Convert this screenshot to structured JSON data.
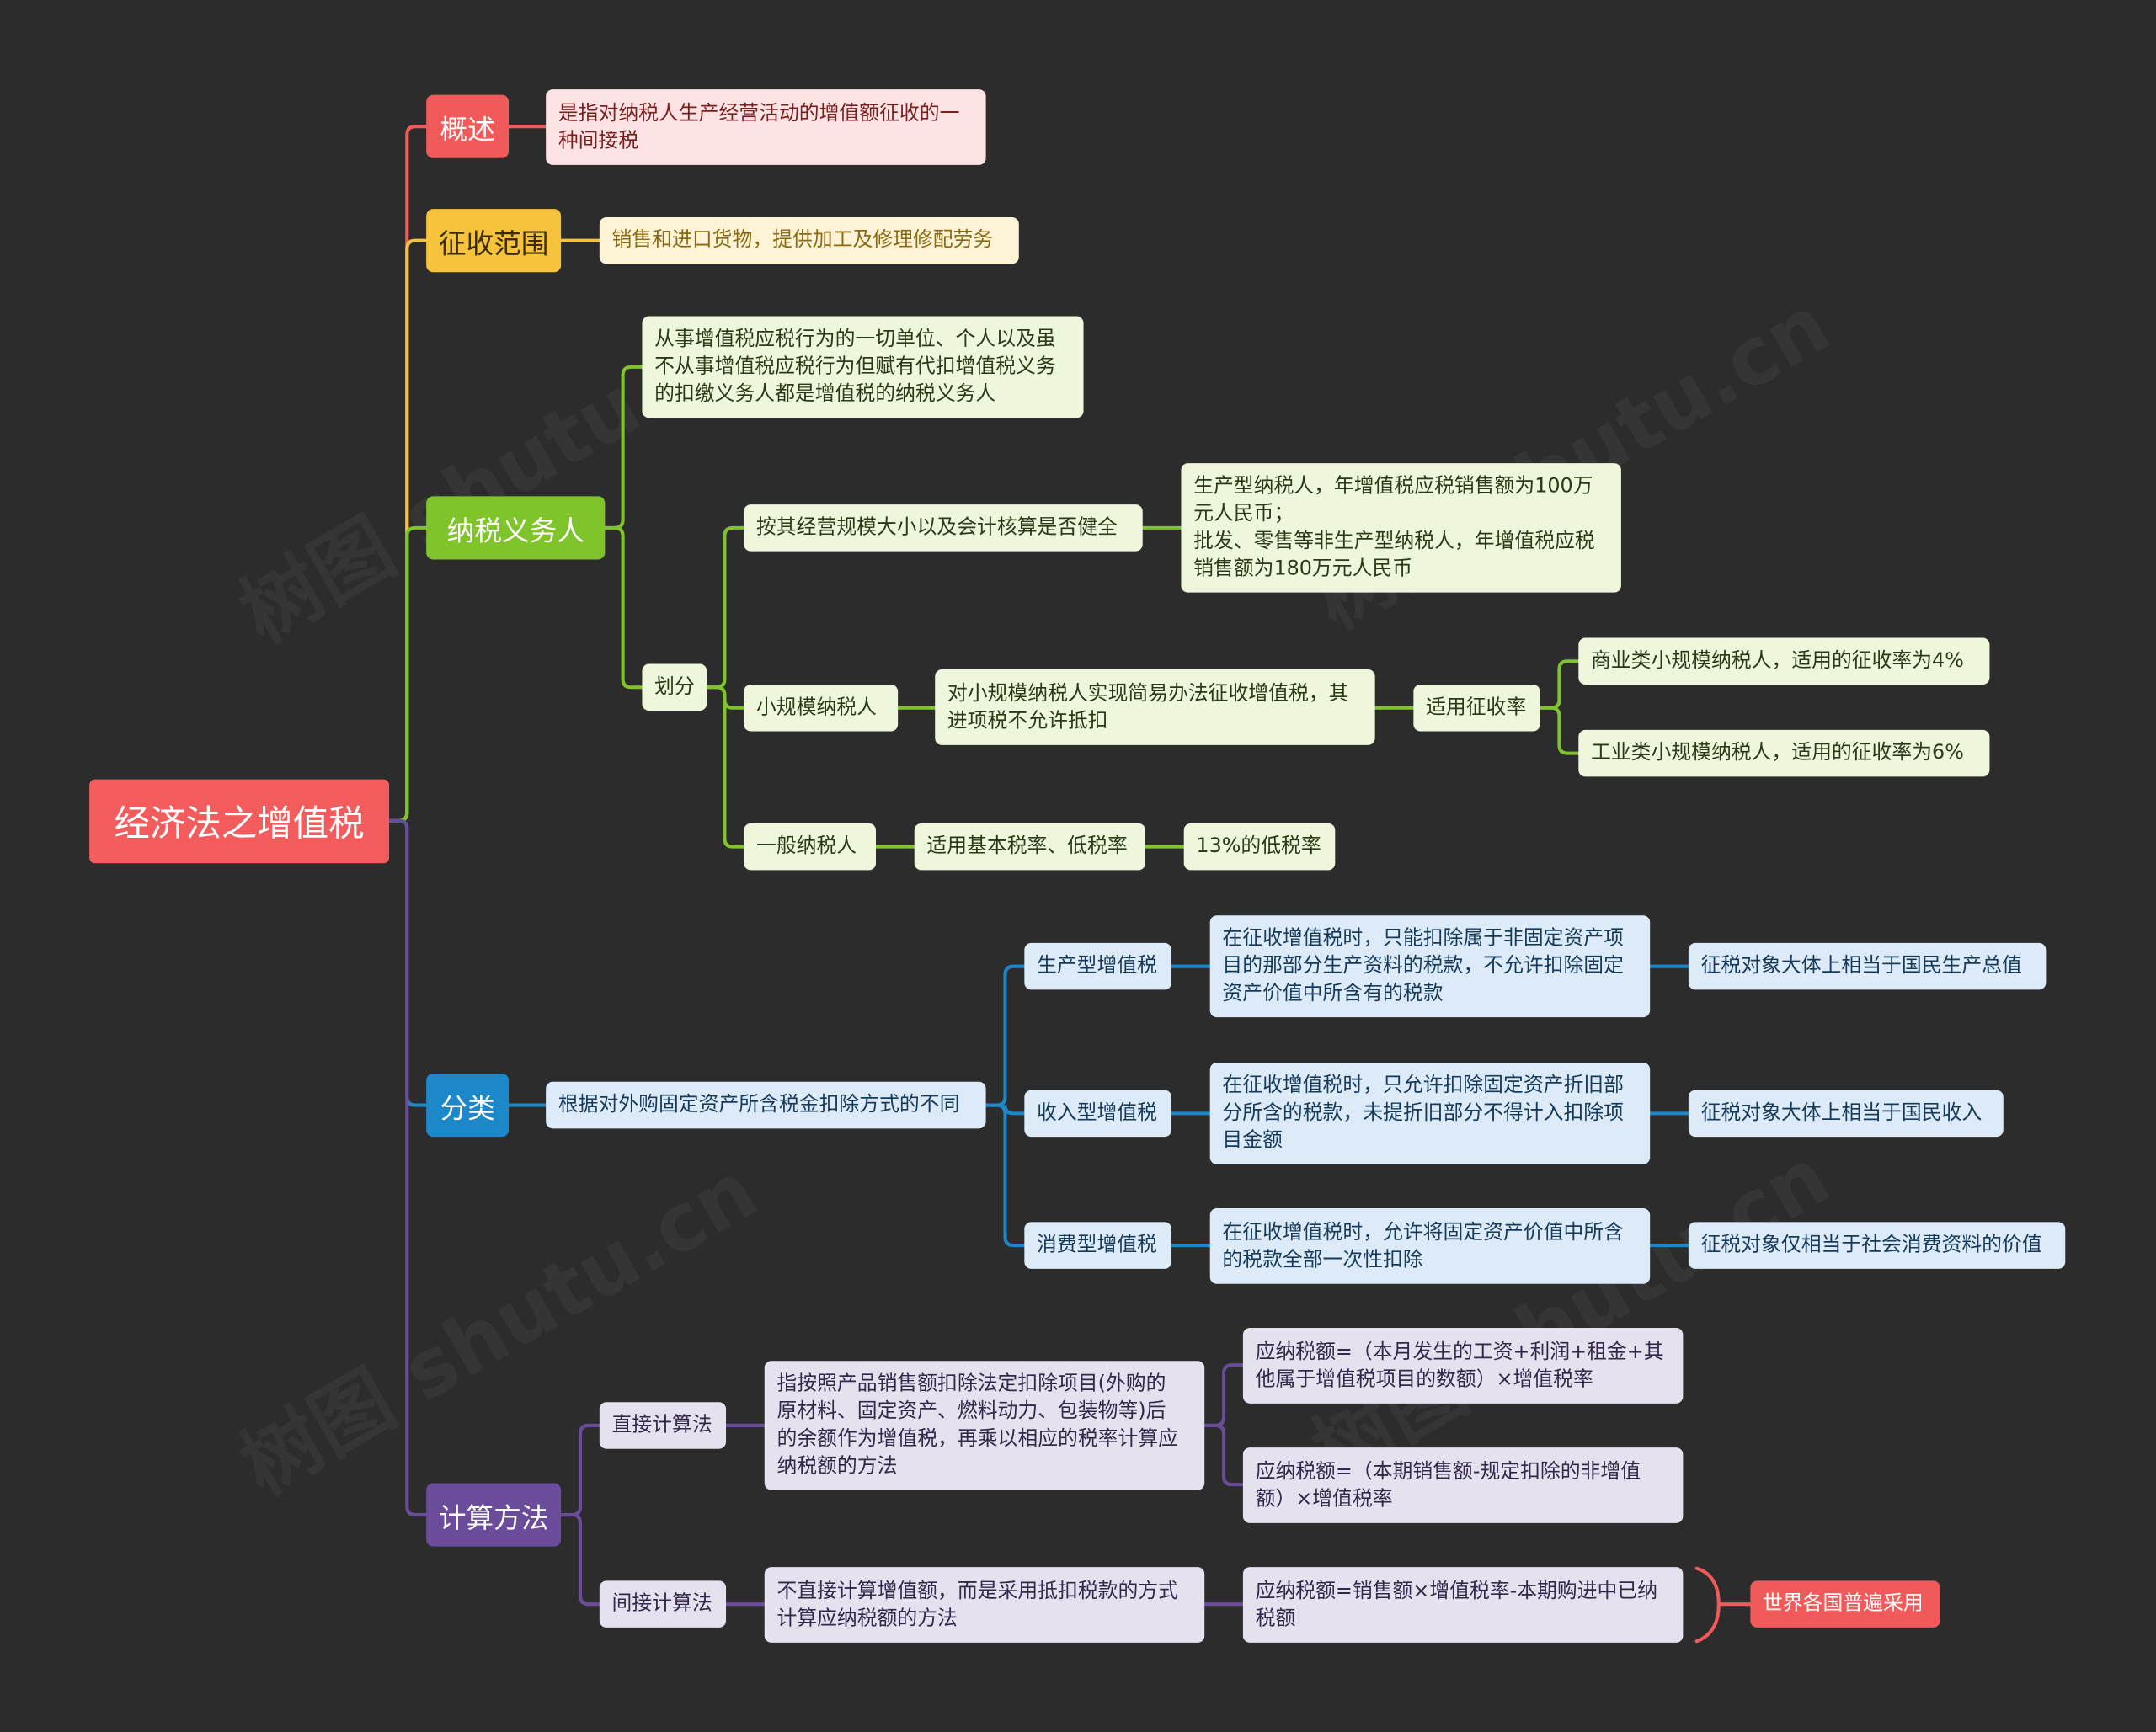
{
  "root_topic": "经济法之增值税",
  "overview": {
    "label": "概述",
    "definition": "是指对纳税人生产经营活动的增值额征收的一\n种间接税"
  },
  "scope": {
    "label": "征收范围",
    "content": "销售和进口货物，提供加工及修理修配劳务"
  },
  "taxpayer": {
    "label": "纳税义务人",
    "definition": "从事增值税应税行为的一切单位、个人以及虽\n不从事增值税应税行为但赋有代扣增值税义务\n的扣缴义务人都是增值税的纳税义务人",
    "division": {
      "label": "划分",
      "criteria": {
        "label": "按其经营规模大小以及会计核算是否健全",
        "detail": "生产型纳税人，年增值税应税销售额为100万\n元人民币；\n批发、零售等非生产型纳税人，年增值税应税\n销售额为180万元人民币"
      },
      "small_scale": {
        "label": "小规模纳税人",
        "method": "对小规模纳税人实现简易办法征收增值税，其\n进项税不允许抵扣",
        "rate": {
          "label": "适用征收率",
          "items": [
            "商业类小规模纳税人，适用的征收率为4%",
            "工业类小规模纳税人，适用的征收率为6%"
          ]
        }
      },
      "general": {
        "label": "一般纳税人",
        "rate": "适用基本税率、低税率",
        "low_rate": "13%的低税率"
      }
    }
  },
  "classification": {
    "label": "分类",
    "basis": "根据对外购固定资产所含税金扣除方式的不同",
    "types": [
      {
        "label": "生产型增值税",
        "desc": "在征收增值税时，只能扣除属于非固定资产项\n目的那部分生产资料的税款，不允许扣除固定\n资产价值中所含有的税款",
        "base": "征税对象大体上相当于国民生产总值"
      },
      {
        "label": "收入型增值税",
        "desc": "在征收增值税时，只允许扣除固定资产折旧部\n分所含的税款，未提折旧部分不得计入扣除项\n目金额",
        "base": "征税对象大体上相当于国民收入"
      },
      {
        "label": "消费型增值税",
        "desc": "在征收增值税时，允许将固定资产价值中所含\n的税款全部一次性扣除",
        "base": "征税对象仅相当于社会消费资料的价值"
      }
    ]
  },
  "calculation": {
    "label": "计算方法",
    "direct": {
      "label": "直接计算法",
      "desc": "指按照产品销售额扣除法定扣除项目(外购的\n原材料、固定资产、燃料动力、包装物等)后\n的余额作为增值税，再乘以相应的税率计算应\n纳税额的方法",
      "formulas": [
        "应纳税额=（本月发生的工资+利润+租金+其\n他属于增值税项目的数额）×增值税率",
        "应纳税额=（本期销售额-规定扣除的非增值\n额）×增值税率"
      ]
    },
    "indirect": {
      "label": "间接计算法",
      "desc": "不直接计算增值额，而是采用抵扣税款的方式\n计算应纳税额的方法",
      "formula": "应纳税额=销售额×增值税率-本期购进中已纳\n税额",
      "note": "世界各国普遍采用"
    }
  },
  "colors": {
    "background": "#2c2c2c",
    "root": "#f25c5c",
    "overview": "#f05a5a",
    "scope": "#f7c23c",
    "taxpayer": "#80c42b",
    "classification": "#1c87c9",
    "calculation": "#6a4c9b"
  },
  "watermark": "树图 shutu.cn"
}
